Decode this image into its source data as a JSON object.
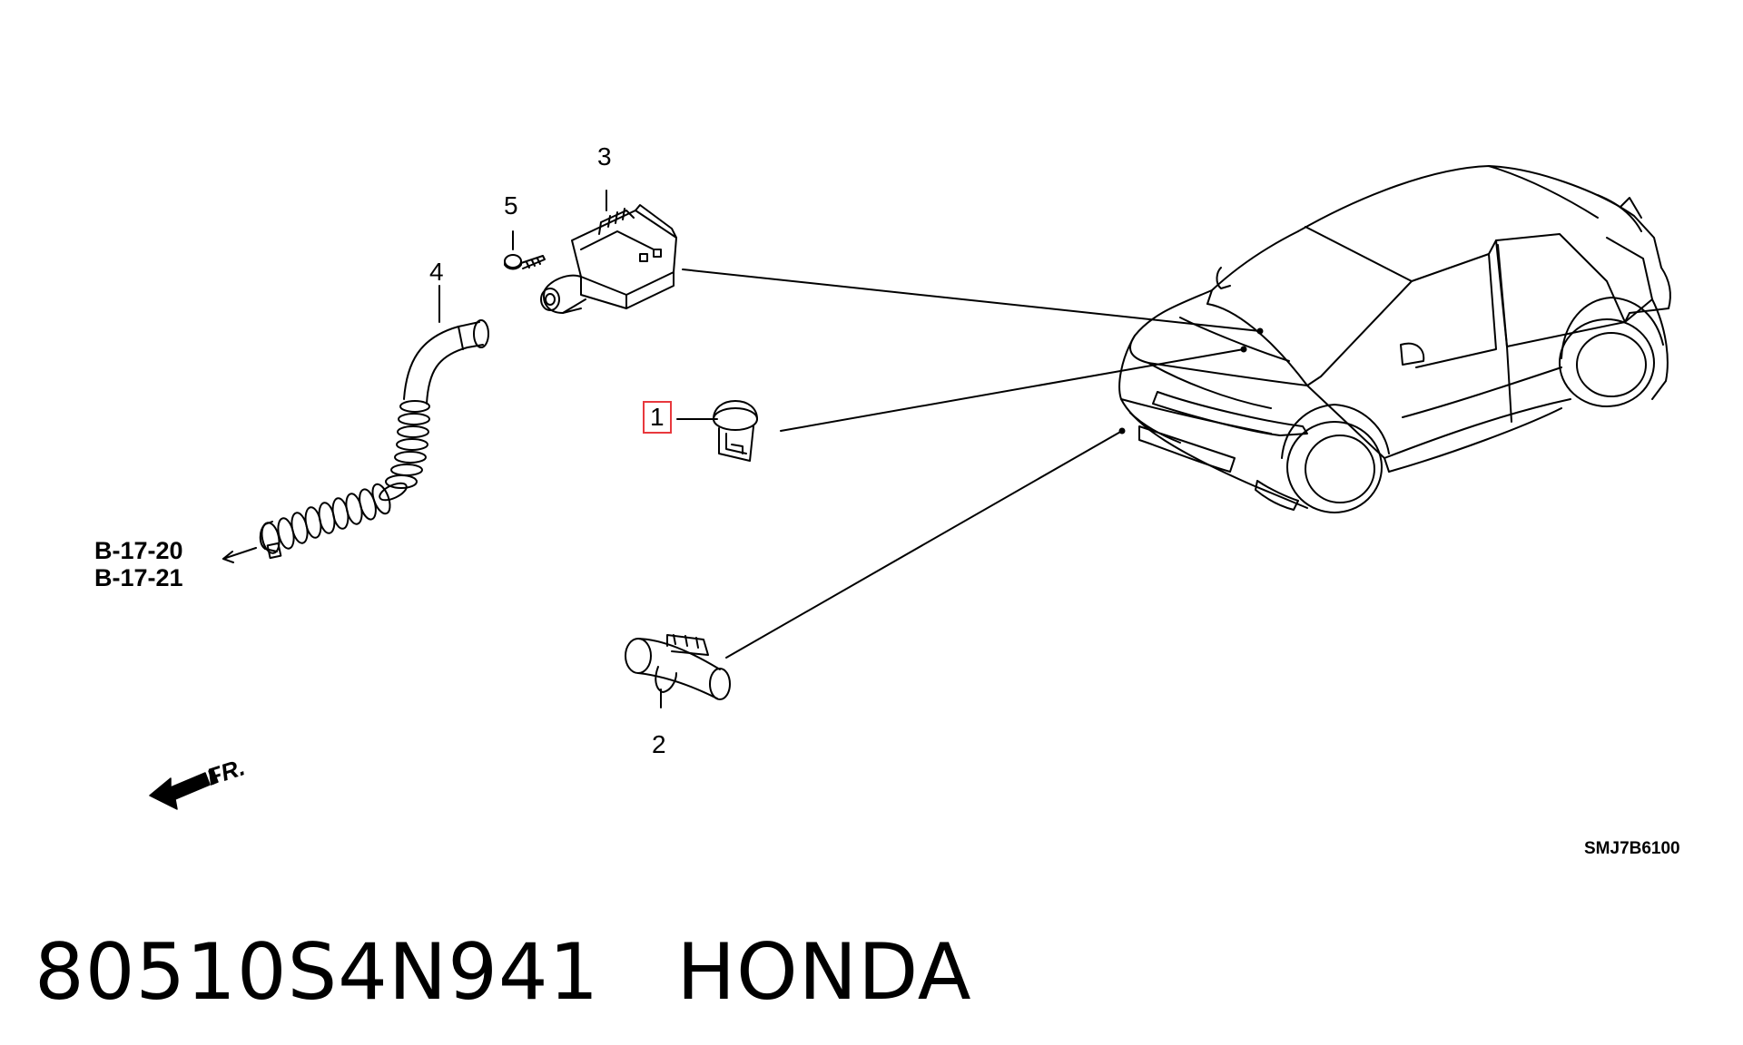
{
  "callouts": {
    "part1": "1",
    "part2": "2",
    "part3": "3",
    "part4": "4",
    "part5": "5"
  },
  "references": {
    "ref_a": "B-17-20",
    "ref_b": "B-17-21"
  },
  "direction_label": "FR.",
  "figure_code": "SMJ7B6100",
  "footer": {
    "part_number": "80510S4N941",
    "brand": "HONDA"
  },
  "colors": {
    "line": "#000000",
    "highlight": "#e8383d"
  },
  "icons": [
    "front-direction-arrow-icon"
  ]
}
